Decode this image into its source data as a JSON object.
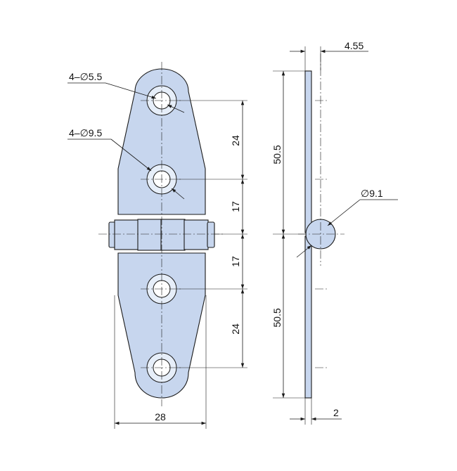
{
  "colors": {
    "part_fill": "#c7d6ee",
    "hole_fill": "#e6eef9",
    "line": "#1a1a1a"
  },
  "labels": {
    "small_hole": "4–∅5.5",
    "large_hole": "4–∅9.5",
    "thickness_top": "4.55",
    "pin_diameter": "∅9.1",
    "thickness_bottom": "2",
    "width": "28",
    "spacing_upper_outer": "24",
    "spacing_upper_inner": "17",
    "spacing_lower_inner": "17",
    "spacing_lower_outer": "24",
    "leaf_upper": "50.5",
    "leaf_lower": "50.5"
  }
}
